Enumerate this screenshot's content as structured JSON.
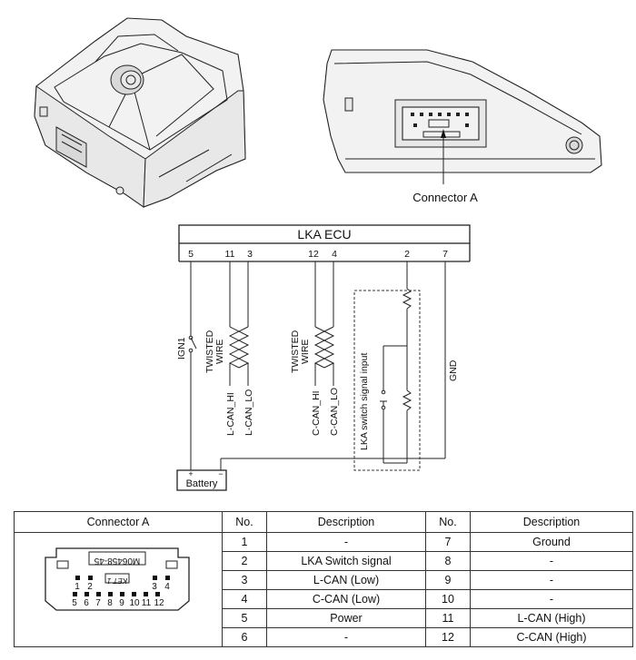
{
  "connector_callout": "Connector A",
  "ecu": {
    "title": "LKA ECU",
    "pins": [
      "5",
      "11",
      "3",
      "12",
      "4",
      "2",
      "7"
    ]
  },
  "wires": {
    "ign1": "IGN1",
    "twisted_wire_1_line1": "TWISTED",
    "twisted_wire_1_line2": "WIRE",
    "twisted_wire_2_line1": "TWISTED",
    "twisted_wire_2_line2": "WIRE",
    "l_can_hi": "L-CAN_HI",
    "l_can_lo": "L-CAN_LO",
    "c_can_hi": "C-CAN_HI",
    "c_can_lo": "C-CAN_LO",
    "switch_input": "LKA switch signal input",
    "gnd": "GND"
  },
  "battery": {
    "label": "Battery",
    "plus": "+",
    "minus": "−"
  },
  "connector_face": {
    "part_number": "M06458-45",
    "key_text": "KET 1",
    "top_row": [
      "1",
      "2",
      "3",
      "4"
    ],
    "bottom_row": [
      "5",
      "6",
      "7",
      "8",
      "9",
      "10",
      "11",
      "12"
    ]
  },
  "table": {
    "headers": [
      "Connector A",
      "No.",
      "Description",
      "No.",
      "Description"
    ],
    "rows": [
      {
        "no1": "1",
        "desc1": "-",
        "no2": "7",
        "desc2": "Ground"
      },
      {
        "no1": "2",
        "desc1": "LKA Switch signal",
        "no2": "8",
        "desc2": "-"
      },
      {
        "no1": "3",
        "desc1": "L-CAN (Low)",
        "no2": "9",
        "desc2": "-"
      },
      {
        "no1": "4",
        "desc1": "C-CAN (Low)",
        "no2": "10",
        "desc2": "-"
      },
      {
        "no1": "5",
        "desc1": "Power",
        "no2": "11",
        "desc2": "L-CAN (High)"
      },
      {
        "no1": "6",
        "desc1": "-",
        "no2": "12",
        "desc2": "C-CAN (High)"
      }
    ]
  }
}
